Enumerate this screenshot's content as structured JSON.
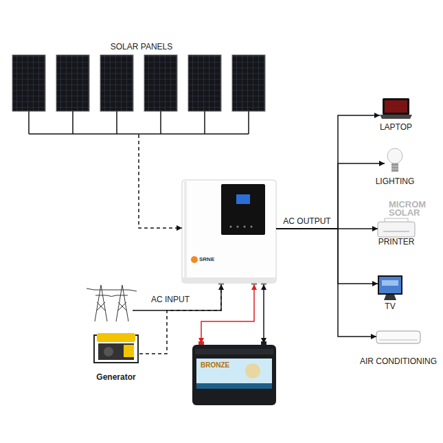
{
  "diagram": {
    "nodes": [
      {
        "text": [
          "SOLAR PANELS"
        ]
      },
      {
        "text": [
          "SRNE"
        ]
      },
      {
        "text": [
          "LAPTOP"
        ]
      },
      {
        "text": [
          "LIGHTING"
        ]
      },
      {
        "text": [
          "PRINTER"
        ]
      },
      {
        "text": [
          "TV"
        ]
      },
      {
        "text": [
          "AIR CONDITIONING"
        ]
      },
      {
        "text": [
          "Generator"
        ]
      },
      {
        "text": [
          "BRONZE"
        ]
      }
    ],
    "edges": [
      {
        "from": 0,
        "to": 1,
        "arrow": "to"
      },
      {
        "from": 1,
        "to": 8,
        "arrow": "both"
      },
      {
        "from": 1,
        "to": 8,
        "arrow": "both"
      },
      {
        "from": 7,
        "to": 1,
        "arrow": "to"
      },
      {
        "from": 1,
        "to": 2,
        "arrow": "to"
      },
      {
        "from": 1,
        "to": 3,
        "arrow": "to"
      },
      {
        "from": 1,
        "to": 4,
        "arrow": "to",
        "label": "AC OUTPUT"
      },
      {
        "from": 1,
        "to": 5,
        "arrow": "to"
      },
      {
        "from": 1,
        "to": 6,
        "arrow": "to"
      }
    ],
    "labels": [
      "AC INPUT",
      "MICROM SOLAR"
    ]
  }
}
